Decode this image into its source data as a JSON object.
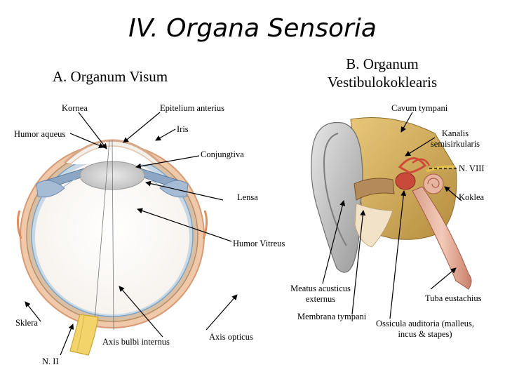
{
  "slide": {
    "title": "IV. Organa Sensoria",
    "heading_left": "A. Organum Visum",
    "heading_right_line1": "B. Organum",
    "heading_right_line2": "Vestibulokoklearis"
  },
  "eye_labels": {
    "kornea": "Kornea",
    "epitelium_anterius": "Epitelium anterius",
    "humor_aqueus": "Humor aqueus",
    "iris": "Iris",
    "conjungtiva": "Conjungtiva",
    "lensa": "Lensa",
    "humor_vitreus": "Humor Vitreus",
    "sklera": "Sklera",
    "axis_bulbi_internus": "Axis bulbi internus",
    "axis_opticus": "Axis opticus",
    "n_ii": "N. II"
  },
  "ear_labels": {
    "cavum_tympani": "Cavum tympani",
    "kanalis_line1": "Kanalis",
    "kanalis_line2": "semisirkularis",
    "n_viii": "N. VIII",
    "koklea": "Koklea",
    "meatus_line1": "Meatus acusticus",
    "meatus_line2": "externus",
    "tuba_eustachius": "Tuba eustachius",
    "membrana_tympani": "Membrana tympani",
    "ossicula_line1": "Ossicula auditoria (malleus,",
    "ossicula_line2": "incus & stapes)"
  }
}
